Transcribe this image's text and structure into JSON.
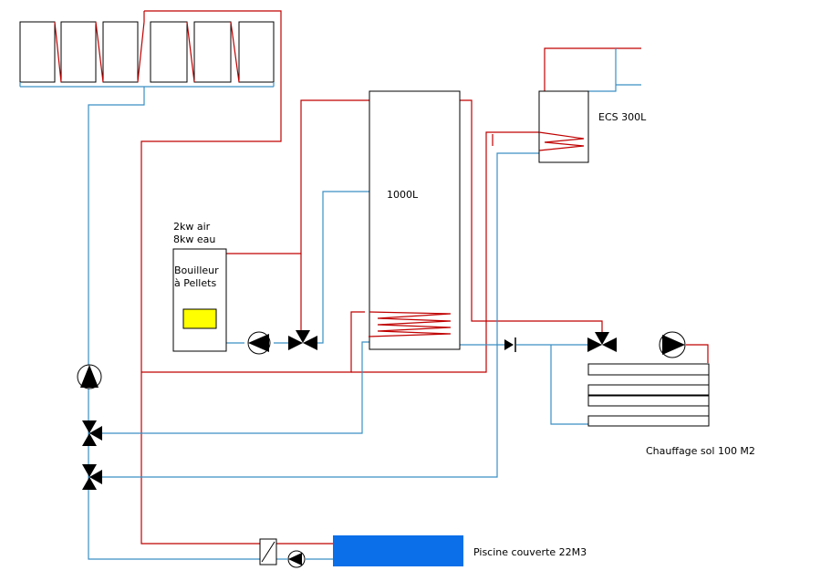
{
  "labels": {
    "ecs": "ECS 300L",
    "tank": "1000L",
    "boiler_power_air": "2kw air",
    "boiler_power_water": "8kw eau",
    "boiler_name_line1": "Bouilleur",
    "boiler_name_line2": "à Pellets",
    "floor_heating": "Chauffage sol 100 M2",
    "pool": "Piscine couverte 22M3"
  },
  "colors": {
    "hot_line": "#c00000",
    "cold_line": "#3a8fc4",
    "boiler_indicator": "#ffff00",
    "pool_fill": "#0a6fe8"
  },
  "icons": [
    "pump-icon",
    "three-way-valve-icon",
    "check-valve-icon",
    "heat-exchanger-icon"
  ]
}
